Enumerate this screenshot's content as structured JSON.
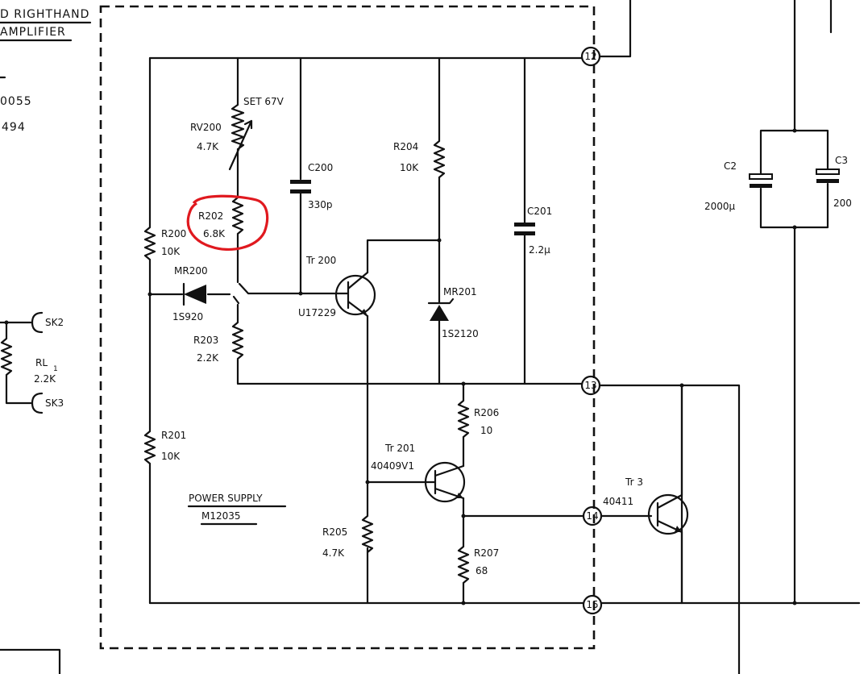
{
  "header": {
    "line1": "D RIGHTHAND",
    "line2": "AMPLIFIER",
    "ref1": "0055",
    "ref2": "494"
  },
  "block": {
    "title": "POWER SUPPLY",
    "code": "M12035"
  },
  "nodes": [
    "12",
    "13",
    "14",
    "15"
  ],
  "components": {
    "rv200": {
      "ref": "RV200",
      "value": "4.7K",
      "note": "SET 67V"
    },
    "r202": {
      "ref": "R202",
      "value": "6.8K"
    },
    "r200": {
      "ref": "R200",
      "value": "10K"
    },
    "mr200": {
      "ref": "MR200",
      "part": "1S920"
    },
    "r203": {
      "ref": "R203",
      "value": "2.2K"
    },
    "r201": {
      "ref": "R201",
      "value": "10K"
    },
    "c200": {
      "ref": "C200",
      "value": "330p"
    },
    "tr200": {
      "ref": "Tr 200",
      "part": "U17229"
    },
    "r204": {
      "ref": "R204",
      "value": "10K"
    },
    "mr201": {
      "ref": "MR201",
      "part": "1S2120"
    },
    "c201": {
      "ref": "C201",
      "value": "2.2μ"
    },
    "r206": {
      "ref": "R206",
      "value": "10"
    },
    "tr201": {
      "ref": "Tr 201",
      "part": "40409V1"
    },
    "r205": {
      "ref": "R205",
      "value": "4.7K"
    },
    "r207": {
      "ref": "R207",
      "value": "68"
    },
    "tr3": {
      "ref": "Tr 3",
      "part": "40411"
    },
    "c2": {
      "ref": "C2",
      "value": "2000μ"
    },
    "c3": {
      "ref": "C3",
      "value": "200"
    },
    "rl1": {
      "ref": "RL",
      "sub": "1",
      "value": "2.2K"
    },
    "sk2": {
      "label": "SK2"
    },
    "sk3": {
      "label": "SK3"
    }
  }
}
